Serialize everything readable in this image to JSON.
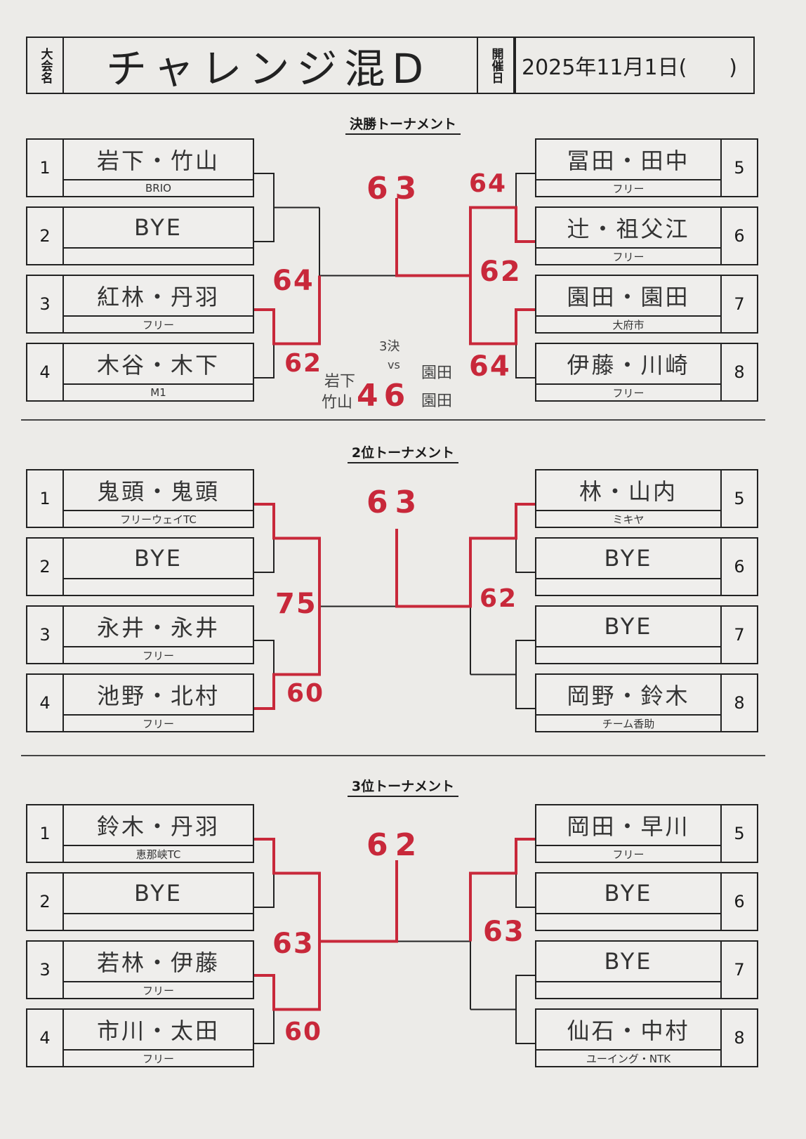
{
  "header": {
    "event_label": "大会名",
    "event_name": "チャレンジ混D",
    "date_label": "開催日",
    "date": "2025年11月1日(　　)"
  },
  "colors": {
    "ink": "#1a1a1a",
    "score_red": "#c8283a",
    "paper": "#ecebe8"
  },
  "sections": [
    {
      "title": "決勝トーナメント",
      "left": [
        {
          "no": "1",
          "name": "岩下・竹山",
          "club": "BRIO"
        },
        {
          "no": "2",
          "name": "BYE",
          "club": ""
        },
        {
          "no": "3",
          "name": "紅林・丹羽",
          "club": "フリー"
        },
        {
          "no": "4",
          "name": "木谷・木下",
          "club": "M1"
        }
      ],
      "right": [
        {
          "no": "5",
          "name": "冨田・田中",
          "club": "フリー"
        },
        {
          "no": "6",
          "name": "辻・祖父江",
          "club": "フリー"
        },
        {
          "no": "7",
          "name": "園田・園田",
          "club": "大府市"
        },
        {
          "no": "8",
          "name": "伊藤・川崎",
          "club": "フリー"
        }
      ],
      "scores": {
        "final": "63",
        "left_upper": "64",
        "left_lower": "62",
        "right_top": "64",
        "right_mid": "62",
        "right_bottom": "64"
      },
      "third_place": {
        "label": "3決",
        "left_pair": [
          "岩下",
          "竹山"
        ],
        "score": "46",
        "vs": "vs",
        "right_pair": [
          "園田",
          "園田"
        ]
      }
    },
    {
      "title": "2位トーナメント",
      "left": [
        {
          "no": "1",
          "name": "鬼頭・鬼頭",
          "club": "フリーウェイTC"
        },
        {
          "no": "2",
          "name": "BYE",
          "club": ""
        },
        {
          "no": "3",
          "name": "永井・永井",
          "club": "フリー"
        },
        {
          "no": "4",
          "name": "池野・北村",
          "club": "フリー"
        }
      ],
      "right": [
        {
          "no": "5",
          "name": "林・山内",
          "club": "ミキヤ"
        },
        {
          "no": "6",
          "name": "BYE",
          "club": ""
        },
        {
          "no": "7",
          "name": "BYE",
          "club": ""
        },
        {
          "no": "8",
          "name": "岡野・鈴木",
          "club": "チーム香助"
        }
      ],
      "scores": {
        "final": "63",
        "left_upper": "75",
        "left_lower": "60",
        "right_mid": "62"
      }
    },
    {
      "title": "3位トーナメント",
      "left": [
        {
          "no": "1",
          "name": "鈴木・丹羽",
          "club": "恵那峡TC"
        },
        {
          "no": "2",
          "name": "BYE",
          "club": ""
        },
        {
          "no": "3",
          "name": "若林・伊藤",
          "club": "フリー"
        },
        {
          "no": "4",
          "name": "市川・太田",
          "club": "フリー"
        }
      ],
      "right": [
        {
          "no": "5",
          "name": "岡田・早川",
          "club": "フリー"
        },
        {
          "no": "6",
          "name": "BYE",
          "club": ""
        },
        {
          "no": "7",
          "name": "BYE",
          "club": ""
        },
        {
          "no": "8",
          "name": "仙石・中村",
          "club": "ユーイング・NTK"
        }
      ],
      "scores": {
        "final": "62",
        "left_upper": "63",
        "left_lower": "60",
        "right_mid": "63"
      }
    }
  ]
}
